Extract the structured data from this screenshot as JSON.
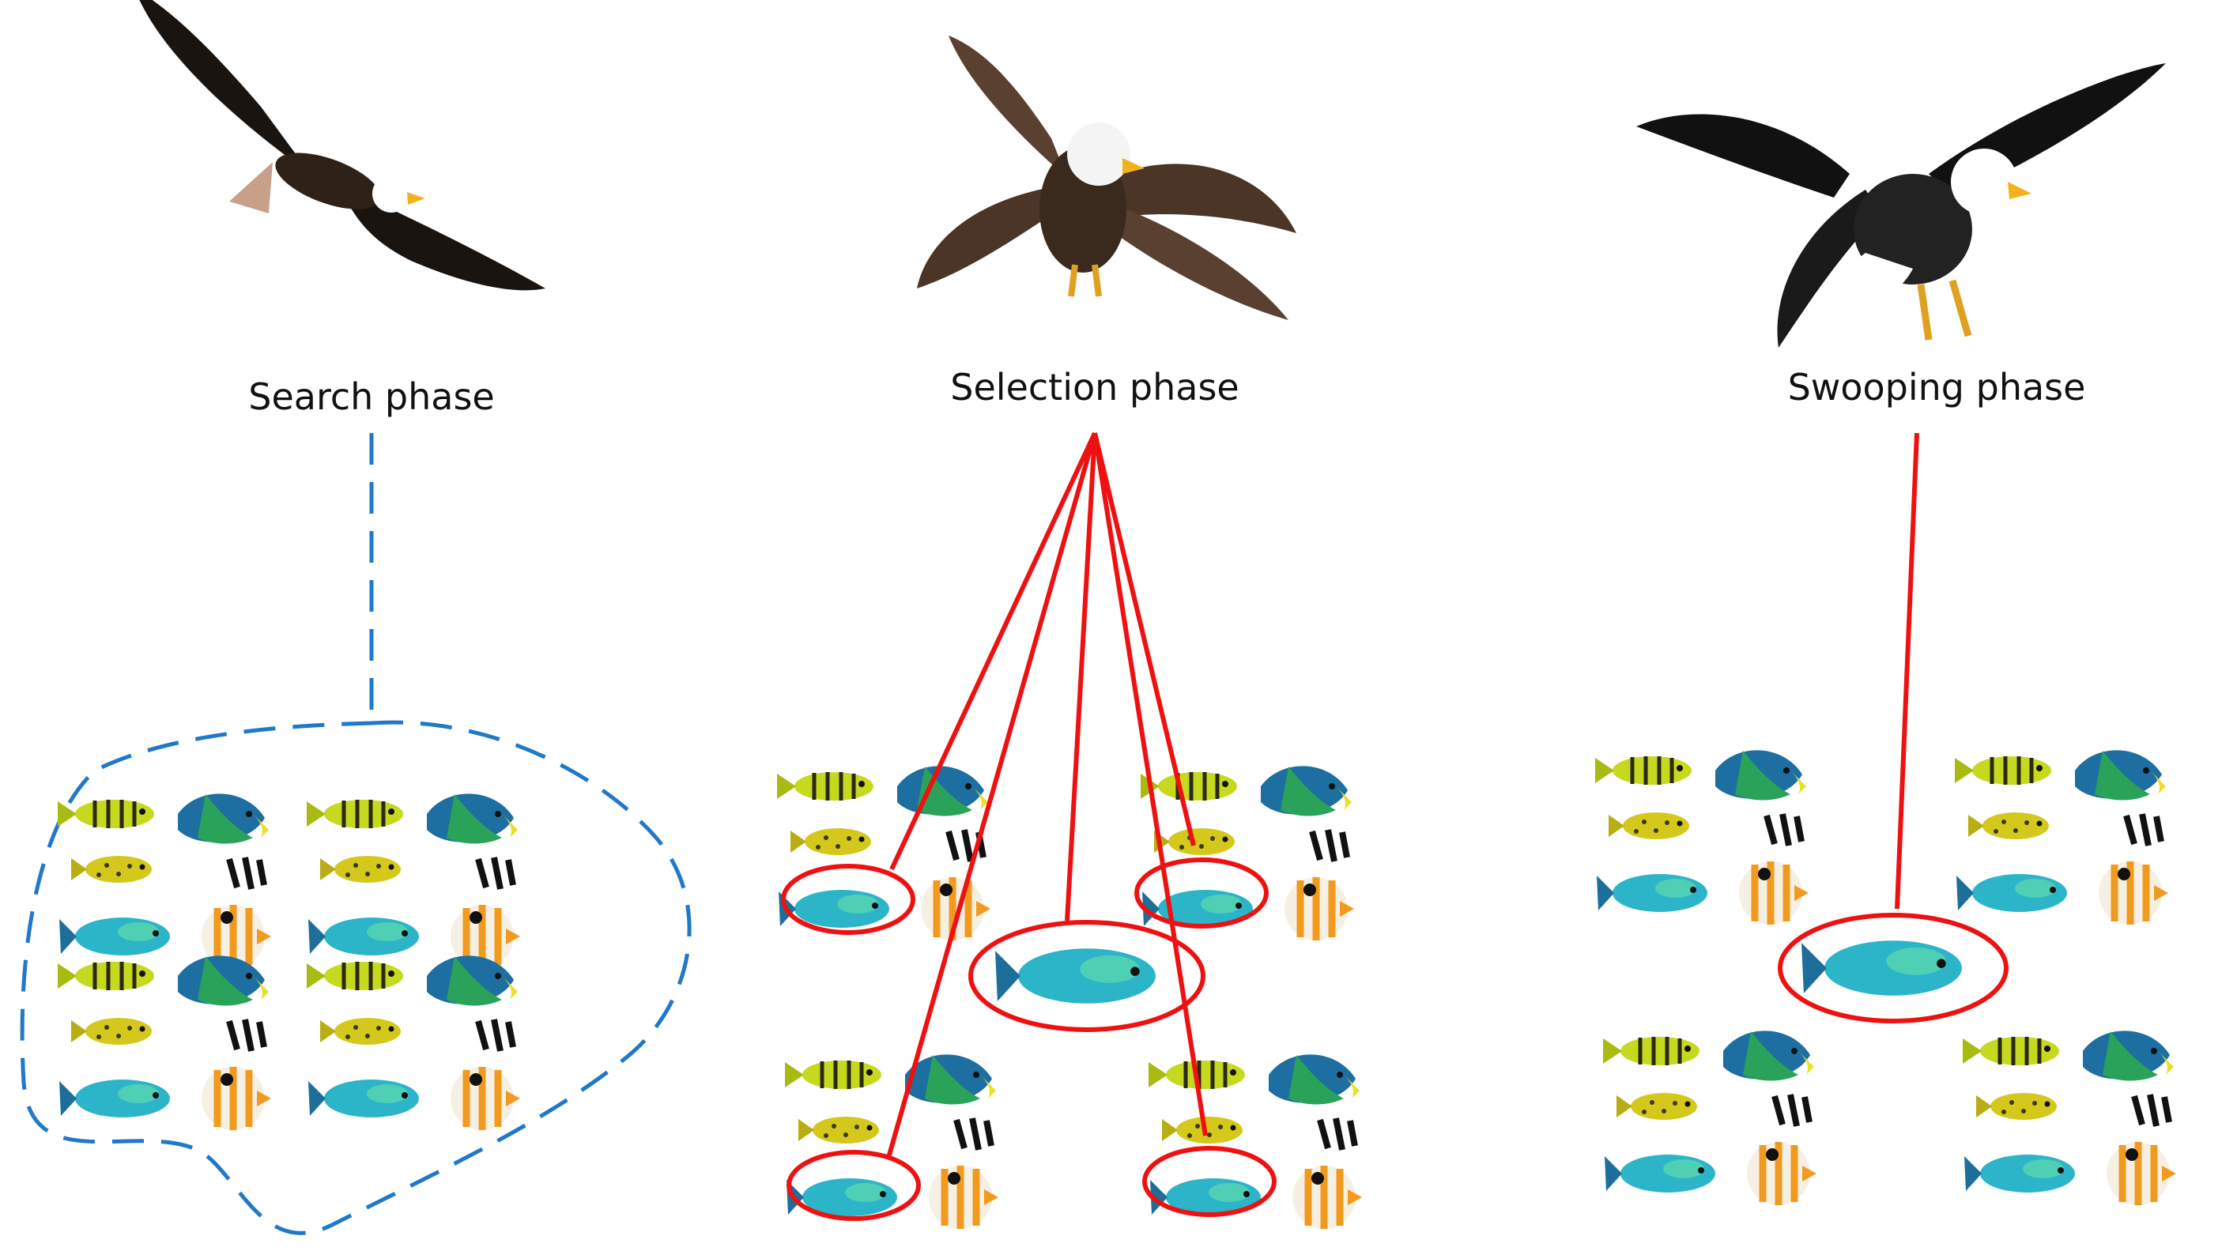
{
  "phases": [
    {
      "id": "search",
      "label": "Search phase"
    },
    {
      "id": "selection",
      "label": "Selection phase"
    },
    {
      "id": "swooping",
      "label": "Swooping phase"
    }
  ],
  "colors": {
    "search_line": "#1f78c8",
    "selection_line": "#ee1111",
    "eagle_body": "#3a2a1e",
    "eagle_dark": "#111111",
    "eagle_head": "#ffffff",
    "beak": "#f2b21b",
    "fish_yellow_stripe": "#c7d91e",
    "fish_angel": "#1c6fa0",
    "fish_blue": "#2cb4c9",
    "fish_butterfly_orange": "#f29a1e"
  }
}
